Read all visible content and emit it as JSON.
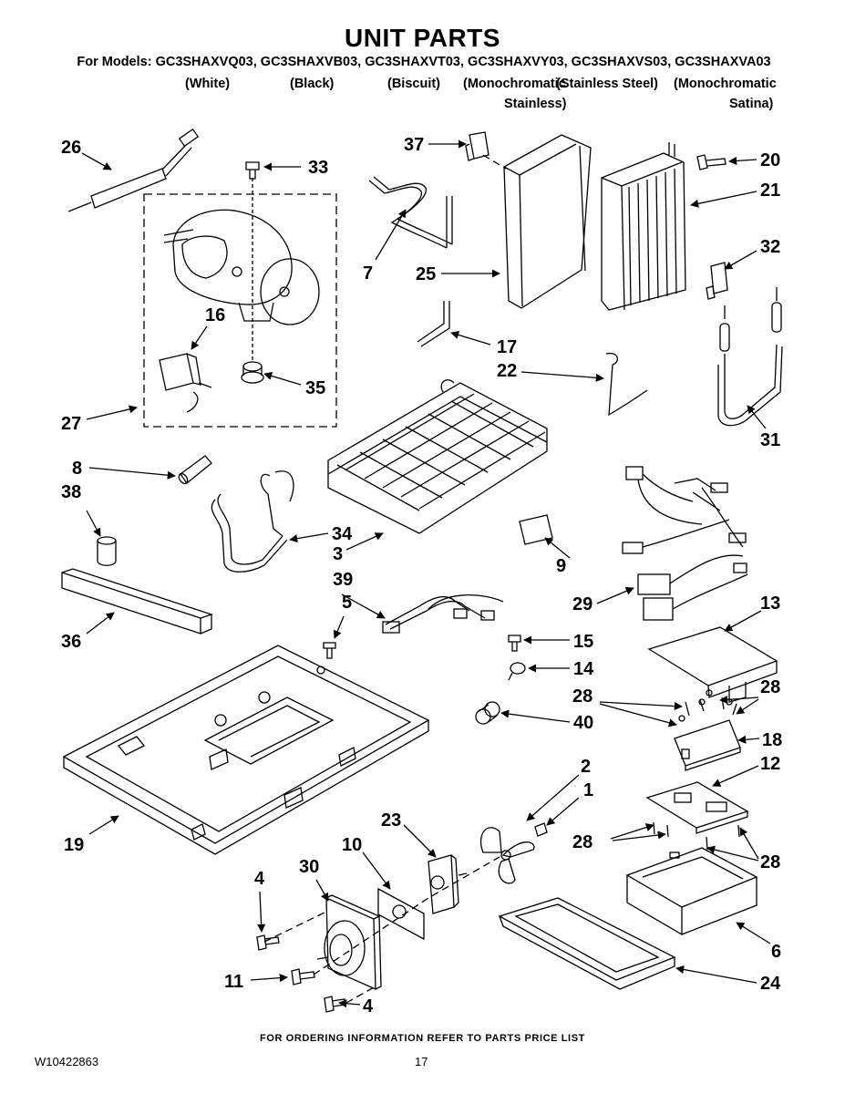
{
  "header": {
    "title": "UNIT PARTS",
    "models_line": "For Models: GC3SHAXVQ03, GC3SHAXVB03, GC3SHAXVT03, GC3SHAXVY03, GC3SHAXVS03, GC3SHAXVA03",
    "colors": [
      "(White)",
      "(Black)",
      "(Biscuit)",
      "(Monochromatic",
      "(Stainless Steel)",
      "(Monochromatic"
    ],
    "colors_line2": [
      "Stainless)",
      "Satina)"
    ]
  },
  "callouts": [
    "26",
    "33",
    "37",
    "20",
    "21",
    "7",
    "25",
    "32",
    "16",
    "17",
    "22",
    "35",
    "27",
    "31",
    "8",
    "38",
    "34",
    "3",
    "9",
    "39",
    "5",
    "29",
    "13",
    "36",
    "15",
    "14",
    "28",
    "28",
    "40",
    "18",
    "2",
    "12",
    "1",
    "23",
    "10",
    "28",
    "28",
    "19",
    "4",
    "30",
    "6",
    "11",
    "24",
    "4"
  ],
  "footer": {
    "note": "FOR ORDERING INFORMATION REFER TO PARTS PRICE LIST",
    "doc_number": "W10422863",
    "page_number": "17"
  }
}
